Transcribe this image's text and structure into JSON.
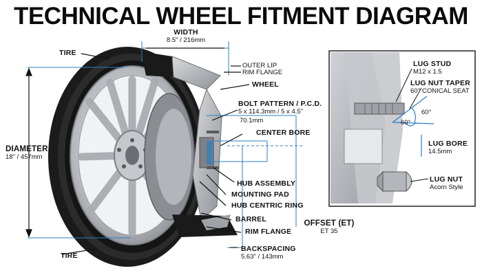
{
  "title": "TECHNICAL WHEEL FITMENT DIAGRAM",
  "labels": {
    "width": "WIDTH",
    "width_value": "8.5\" / 216mm",
    "tire_top": "TIRE",
    "tire_bottom": "TIRE",
    "outer_lip": "OUTER LIP",
    "rim_flange_top": "RIM FLANGE",
    "wheel": "WHEEL",
    "bolt_pattern": "BOLT PATTERN / P.C.D.",
    "bolt_pattern_value": "5 x 114.3mm / 5 x 4.5\"",
    "bore_value": "70.1mm",
    "center_bore": "CENTER BORE",
    "diameter": "DIAMETER",
    "diameter_value": "18\" / 457mm",
    "hub_assembly": "HUB ASSEMBLY",
    "mounting_pad": "MOUNTING PAD",
    "hub_centric_ring": "HUB CENTRIC RING",
    "barrel": "BARREL",
    "rim_flange_bottom": "RIM FLANGE",
    "offset": "OFFSET (ET)",
    "offset_value": "ET 35",
    "backspacing": "BACKSPACING",
    "backspacing_value": "5.63\" / 143mm"
  },
  "inset": {
    "lug_stud": "LUG STUD",
    "lug_stud_value": "M12 x 1.5",
    "lug_nut_taper": "LUG NUT TAPER",
    "lug_nut_taper_value": "60° CONICAL SEAT",
    "angle_1": "60°",
    "angle_2": "60°",
    "lug_bore": "LUG BORE",
    "lug_bore_value": "14.5mm",
    "lug_nut": "LUG NUT",
    "lug_nut_value": "Acorn Style"
  },
  "colors": {
    "accent_line": "#2a7fc4",
    "tire": "#1a1a1a",
    "rim": "#b9bcc0",
    "text": "#111111"
  }
}
